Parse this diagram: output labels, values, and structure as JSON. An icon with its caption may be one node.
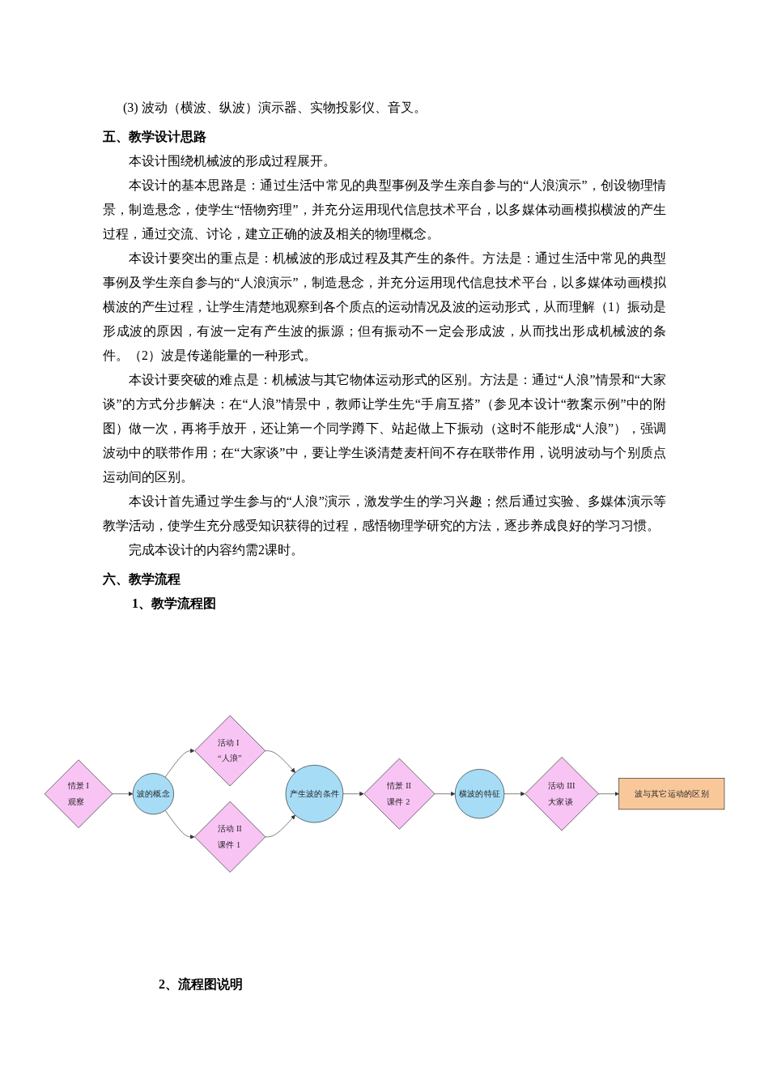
{
  "diagram": {
    "nodes": [
      {
        "text": [
          "情景 I",
          "观察"
        ]
      },
      {
        "text": [
          "波的概念"
        ]
      },
      {
        "text": [
          "活动 I",
          "“人浪”"
        ]
      },
      {
        "text": [
          "活动 II",
          "课件 1"
        ]
      },
      {
        "text": [
          "产生波的条件"
        ]
      },
      {
        "text": [
          "情景 II",
          "课件 2"
        ]
      },
      {
        "text": [
          "横波的特征"
        ]
      },
      {
        "text": [
          "活动 III",
          "大家谈"
        ]
      },
      {
        "text": [
          "波与其它运动的区别"
        ]
      }
    ],
    "edges": [
      {
        "from": 0,
        "to": 1,
        "arrow": "to"
      },
      {
        "from": 1,
        "to": 2,
        "arrow": "to"
      },
      {
        "from": 1,
        "to": 3,
        "arrow": "to"
      },
      {
        "from": 2,
        "to": 4,
        "arrow": "to"
      },
      {
        "from": 3,
        "to": 4,
        "arrow": "to"
      },
      {
        "from": 4,
        "to": 5,
        "arrow": "to"
      },
      {
        "from": 5,
        "to": 6,
        "arrow": "to"
      },
      {
        "from": 6,
        "to": 7,
        "arrow": "to"
      },
      {
        "from": 7,
        "to": 8,
        "arrow": "to"
      }
    ],
    "labels": [
      "(3) 波动（横波、纵波）演示器、实物投影仪、音叉。",
      "五、教学设计思路",
      "本设计围绕机械波的形成过程展开。",
      "本设计的基本思路是：通过生活中常见的典型事例及学生亲自参与的“人浪演示”，创设物理情景，制造悬念，使学生“悟物穷理”，并充分运用现代信息技术平台，以多媒体动画模拟横波的产生过程，通过交流、讨论，建立正确的波及相关的物理概念。",
      "本设计要突出的重点是：机械波的形成过程及其产生的条件。方法是：通过生活中常见的典型事例及学生亲自参与的“人浪演示”，制造悬念，并充分运用现代信息技术平台，以多媒体动画模拟横波的产生过程，让学生清楚地观察到各个质点的运动情况及波的运动形式，从而理解（1）振动是形成波的原因，有波一定有产生波的振源；但有振动不一定会形成波，从而找出形成机械波的条件。（2）波是传递能量的一种形式。",
      "本设计要突破的难点是：机械波与其它物体运动形式的区别。方法是：通过“人浪”情景和“大家谈”的方式分步解决：在“人浪”情景中，教师让学生先“手肩互搭”（参见本设计“教案示例”中的附图）做一次，再将手放开，还让第一个同学蹲下、站起做上下振动（这时不能形成“人浪”），强调波动中的联带作用；在“大家谈”中，要让学生谈清楚麦杆间不存在联带作用，说明波动与个别质点运动间的区别。",
      "本设计首先通过学生参与的“人浪”演示，激发学生的学习兴趣；然后通过实验、多媒体演示等教学活动，使学生充分感受知识获得的过程，感悟物理学研究的方法，逐步养成良好的学习习惯。",
      "完成本设计的内容约需2课时。",
      "六、教学流程",
      "1、教学流程图",
      "2、流程图说明"
    ]
  }
}
